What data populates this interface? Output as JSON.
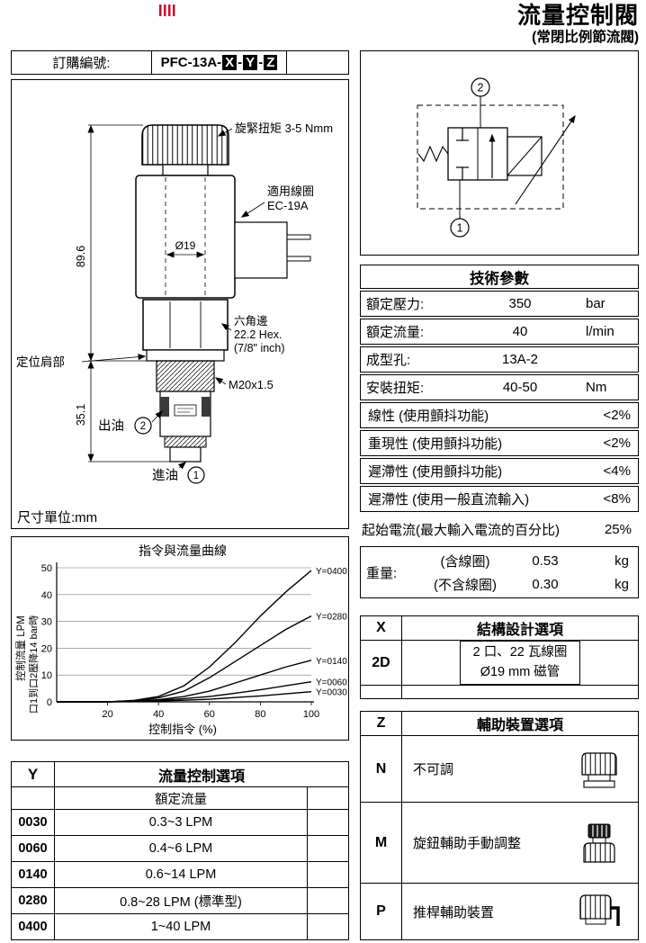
{
  "colors": {
    "logo_red": "#c8102e",
    "ink": "#000000",
    "paper": "#ffffff"
  },
  "header": {
    "title": "流量控制閥",
    "subtitle": "(常閉比例節流閥)"
  },
  "order": {
    "label": "訂購編號:",
    "prefix": "PFC-13A-",
    "x": "X",
    "y": "Y",
    "z": "Z",
    "sep": "-"
  },
  "drawing": {
    "torque_note": "旋緊扭矩 3-5 Nmm",
    "coil_note_1": "適用線圈",
    "coil_note_2": "EC-19A",
    "coil_dia": "Ø19",
    "dim_total": "89.6",
    "dim_lower": "35.1",
    "hex_note_1": "六角邊",
    "hex_note_2": "22.2 Hex.",
    "hex_note_3": "(7/8\" inch)",
    "thread": "M20x1.5",
    "shoulder_note": "定位肩部",
    "port_out_label": "出油",
    "port_out_num": "2",
    "port_in_label": "進油",
    "port_in_num": "1",
    "unit_note": "尺寸單位:mm"
  },
  "symbol": {
    "port_top": "2",
    "port_bottom": "1"
  },
  "tech": {
    "title": "技術參數",
    "rows3": [
      {
        "label": "額定壓力:",
        "value": "350",
        "unit": "bar"
      },
      {
        "label": "額定流量:",
        "value": "40",
        "unit": "l/min"
      },
      {
        "label": "成型孔:",
        "value": "13A-2",
        "unit": ""
      },
      {
        "label": "安裝扭矩:",
        "value": "40-50",
        "unit": "Nm"
      }
    ],
    "rows2": [
      {
        "label": "線性 (使用顫抖功能)",
        "value": "<2%"
      },
      {
        "label": "重現性 (使用顫抖功能)",
        "value": "<2%"
      },
      {
        "label": "遲滯性 (使用顫抖功能)",
        "value": "<4%"
      },
      {
        "label": "遲滯性 (使用一般直流輸入)",
        "value": "<8%"
      }
    ],
    "start_current_label": "起始電流(最大輸入電流的百分比)",
    "start_current_value": "25%",
    "weight_label": "重量:",
    "weight_rows": [
      {
        "label": "(含線圈)",
        "value": "0.53",
        "unit": "kg"
      },
      {
        "label": "(不含線圈)",
        "value": "0.30",
        "unit": "kg"
      }
    ]
  },
  "chart_data": {
    "type": "line",
    "title": "指令與流量曲線",
    "xlabel": "控制指令 (%)",
    "ylabel_main": "控制流量 LPM",
    "ylabel_cond": "口1到口2壓降14 bar時",
    "xlim": [
      0,
      100
    ],
    "ylim": [
      0,
      50
    ],
    "xticks": [
      20,
      40,
      60,
      80,
      100
    ],
    "yticks": [
      0,
      10,
      20,
      30,
      40,
      50
    ],
    "grid": "horizontal",
    "legend_position": "right",
    "x": [
      0,
      10,
      20,
      30,
      40,
      50,
      60,
      70,
      80,
      90,
      100
    ],
    "series": [
      {
        "name": "Y=0400",
        "values": [
          0,
          0,
          0,
          0.5,
          2,
          6,
          13,
          22,
          32,
          41,
          49
        ]
      },
      {
        "name": "Y=0280",
        "values": [
          0,
          0,
          0,
          0.4,
          1.5,
          4,
          9,
          15,
          21,
          27,
          32
        ]
      },
      {
        "name": "Y=0140",
        "values": [
          0,
          0,
          0,
          0.3,
          0.8,
          2,
          4,
          7,
          10,
          13,
          15.5
        ]
      },
      {
        "name": "Y=0060",
        "values": [
          0,
          0,
          0,
          0.2,
          0.5,
          1.2,
          2,
          3.2,
          4.5,
          6,
          7.5
        ]
      },
      {
        "name": "Y=0030",
        "values": [
          0,
          0,
          0,
          0.1,
          0.3,
          0.6,
          1,
          1.6,
          2.2,
          3,
          3.8
        ]
      }
    ]
  },
  "flow_table": {
    "key": "Y",
    "title": "流量控制選項",
    "subheader": "額定流量",
    "rows": [
      {
        "code": "0030",
        "range": "0.3~3 LPM"
      },
      {
        "code": "0060",
        "range": "0.4~6 LPM"
      },
      {
        "code": "0140",
        "range": "0.6~14 LPM"
      },
      {
        "code": "0280",
        "range": "0.8~28 LPM (標準型)"
      },
      {
        "code": "0400",
        "range": "1~40 LPM"
      }
    ]
  },
  "x_table": {
    "key": "X",
    "title": "結構設計選項",
    "row_code": "2D",
    "row_desc_1": "2 口、22 瓦線圈",
    "row_desc_2": "Ø19 mm 磁管"
  },
  "z_table": {
    "key": "Z",
    "title": "輔助裝置選項",
    "rows": [
      {
        "code": "N",
        "desc": "不可調",
        "icon": "fixed-cap-icon"
      },
      {
        "code": "M",
        "desc": "旋鈕輔助手動調整",
        "icon": "knob-icon"
      },
      {
        "code": "P",
        "desc": "推桿輔助裝置",
        "icon": "push-rod-icon"
      }
    ]
  }
}
